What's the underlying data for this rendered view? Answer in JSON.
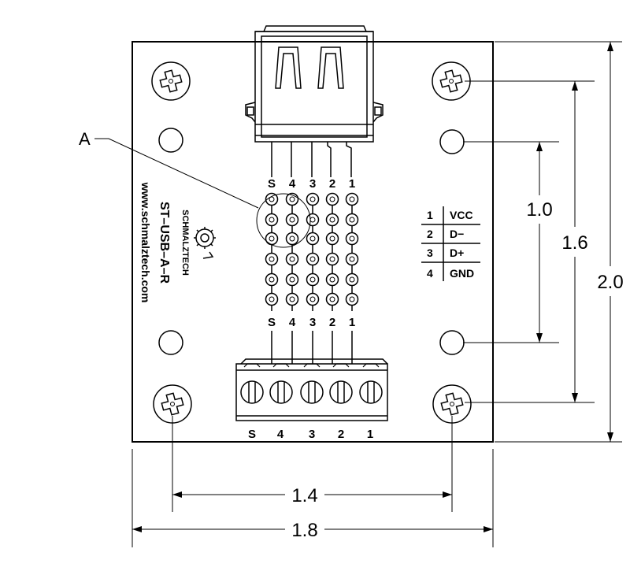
{
  "callout": {
    "label": "A"
  },
  "dimensions": {
    "d_1_0": "1.0",
    "d_1_6": "1.6",
    "d_2_0": "2.0",
    "d_1_4": "1.4",
    "d_1_8": "1.8"
  },
  "board": {
    "brand": "SCHMALZTECH",
    "model": "ST–USB–A–R",
    "website": "www.schmalztech.com"
  },
  "pins_top": [
    "S",
    "4",
    "3",
    "2",
    "1"
  ],
  "pins_mid": [
    "S",
    "4",
    "3",
    "2",
    "1"
  ],
  "pins_bottom": [
    "S",
    "4",
    "3",
    "2",
    "1"
  ],
  "pin_table": [
    {
      "num": "1",
      "name": "VCC"
    },
    {
      "num": "2",
      "name": "D−"
    },
    {
      "num": "3",
      "name": "D+"
    },
    {
      "num": "4",
      "name": "GND"
    }
  ]
}
